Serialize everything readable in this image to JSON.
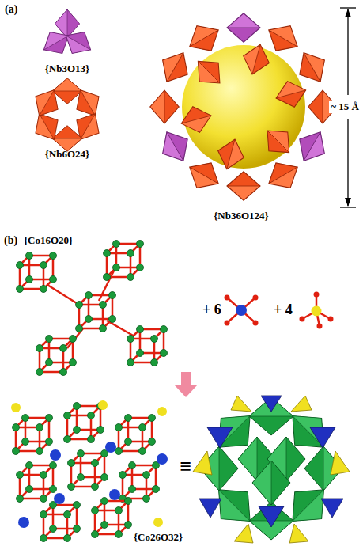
{
  "diagram": {
    "labels": [
      "(a)",
      "{Nb3O13}",
      "{Nb6O24}",
      "{Nb36O124}",
      "~ 15 Å",
      "(b)",
      "{Co16O20}",
      "+ 6",
      "+ 4",
      "≡",
      "{Co26O32}"
    ]
  }
}
